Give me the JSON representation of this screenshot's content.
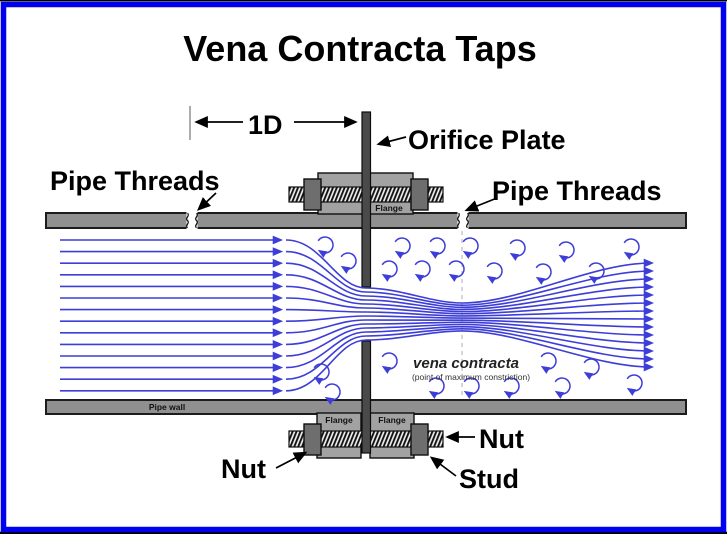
{
  "title": "Vena Contracta Taps",
  "diagram": {
    "dimension_label": "1D",
    "orifice_plate_label": "Orifice Plate",
    "pipe_threads_left_label": "Pipe Threads",
    "pipe_threads_right_label": "Pipe Threads",
    "pipe_wall_label": "Pipe wall",
    "flange_top_label": "Flange",
    "flange_bottom_left_label": "Flange",
    "flange_bottom_right_label": "Flange",
    "nut_left_label": "Nut",
    "nut_right_label": "Nut",
    "stud_label": "Stud",
    "vena_contracta_label": "vena contracta",
    "vena_contracta_sublabel": "(point of maximum constriction)"
  },
  "colors": {
    "frame_border": "#0101ee",
    "flow_blue": "#3d3dd8",
    "pipe_gray": "#909090",
    "flange_gray": "#a2a2a2",
    "nut_gray": "#6e6e6e",
    "plate_gray": "#4a4a4a",
    "label_black": "#000000"
  }
}
